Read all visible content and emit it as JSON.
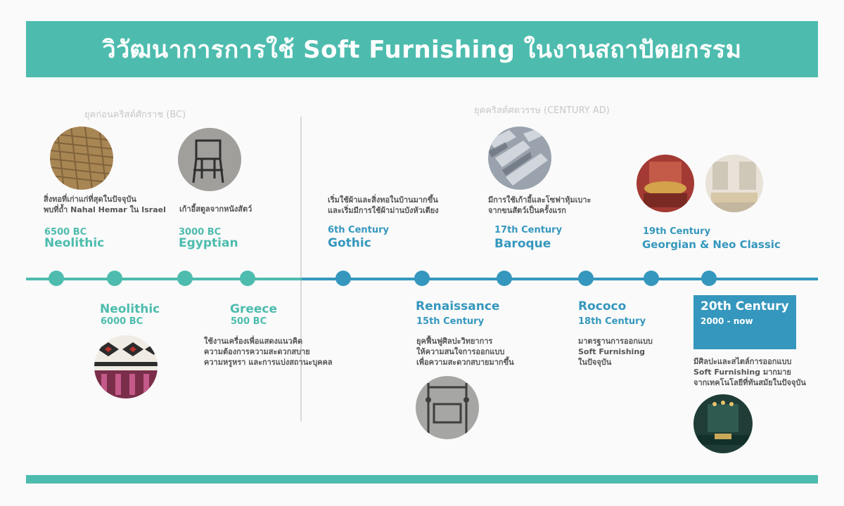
{
  "title": "วิวัฒนาการการใช้ Soft Furnishing ในงานสถาปัตยกรรม",
  "eras": {
    "bc": "ยุคก่อนคริสต์ศักราช (BC)",
    "ad": "ยุคคริสต์ศตวรรษ (CENTURY AD)"
  },
  "top_events": [
    {
      "date": "6500 BC",
      "name": "Neolithic",
      "desc": [
        "สิ่งทอที่เก่าแก่ที่สุดในปัจจุบัน",
        "พบที่ถ้ำ Nahal Hemar ใน Israel"
      ]
    },
    {
      "date": "3000 BC",
      "name": "Egyptian",
      "desc": [
        "เก้าอี้สตูลจากหนังสัตว์"
      ]
    },
    {
      "date": "6th Century",
      "name": "Gothic",
      "desc": [
        "เริ่มใช้ผ้าและสิ่งทอในบ้านมากขึ้น",
        "และเริ่มมีการใช้ผ้าม่านบังหัวเตียง"
      ]
    },
    {
      "date": "17th Century",
      "name": "Baroque",
      "desc": [
        "มีการใช้เก้าอี้และโซฟาหุ้มเบาะ",
        "จากขนสัตว์เป็นครั้งแรก"
      ]
    },
    {
      "date": "19th Century",
      "name": "Georgian & Neo Classic",
      "desc": []
    }
  ],
  "bottom_events": [
    {
      "name": "Neolithic",
      "date": "6000 BC",
      "desc": []
    },
    {
      "name": "Greece",
      "date": "500 BC",
      "desc": [
        "ใช้งานเครื่องเพื่อแสดงแนวคิด",
        "ความต้องการความสะดวกสบาย",
        "ความหรูหรา และการแบ่งสถานะบุคคล"
      ]
    },
    {
      "name": "Renaissance",
      "date": "15th Century",
      "desc": [
        "ยุคฟื้นฟูศิลปะวิทยาการ",
        "ให้ความสนใจการออกแบบ",
        "เพื่อความสะดวกสบายมากขึ้น"
      ]
    },
    {
      "name": "Rococo",
      "date": "18th Century",
      "desc": [
        "มาตรฐานการออกแบบ",
        "Soft Furnishing",
        "ในปัจจุบัน"
      ]
    },
    {
      "name": "20th Century",
      "date": "2000 - now",
      "desc": [
        "มีศิลปะและสไตล์การออกแบบ",
        "Soft Furnishing มากมาย",
        "จากเทคโนโลยีที่ทันสมัยในปัจจุบัน"
      ]
    }
  ],
  "colors": {
    "teal": "#4dbcae",
    "blue": "#3597bd"
  }
}
